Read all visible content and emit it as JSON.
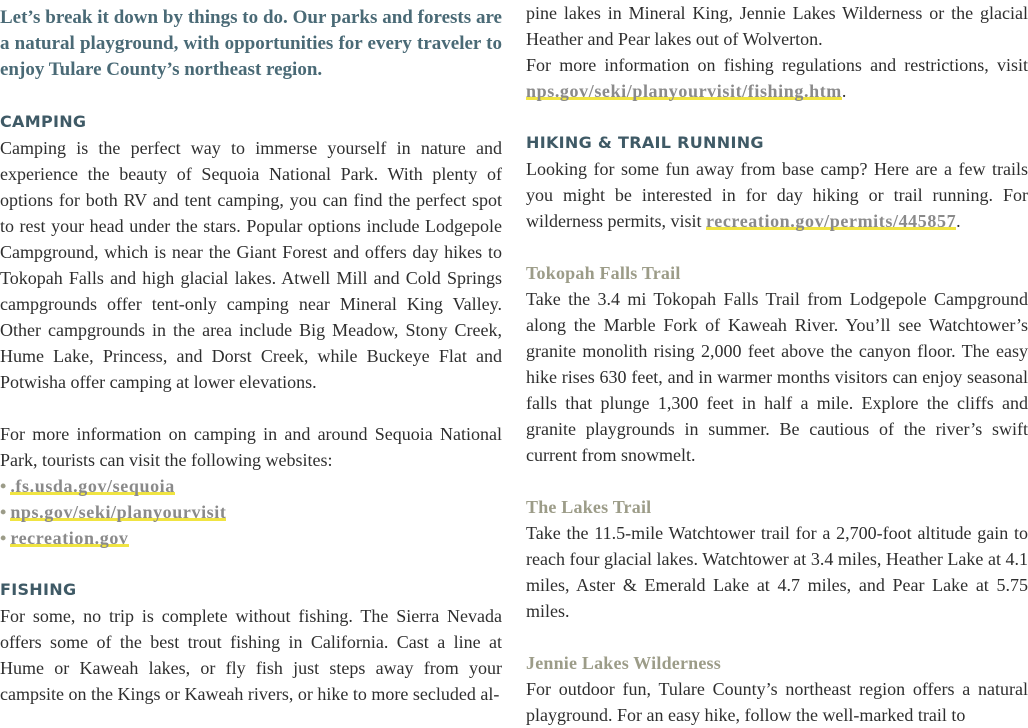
{
  "intro": "Let’s break it down by things to do. Our parks and forests are a natural playground, with opportunities for every traveler to enjoy Tulare County’s northeast region.",
  "camping": {
    "heading": "CAMPING",
    "body": "Camping is the perfect way to immerse yourself in nature and experience the beauty of Sequoia National Park. With plenty of options for both RV and tent camping, you can find the perfect spot to rest your head under the stars. Popular options include Lodgepole Campground, which is near the Giant Forest and offers day hikes to Tokopah Falls and high glacial lakes. Atwell Mill and Cold Springs campgrounds offer tent-only camping near Mineral King Valley. Other campgrounds in the area include Big Meadow, Stony Creek, Hume Lake, Princess, and Dorst Creek, while Buckeye Flat and Potwisha offer camping at lower elevations.",
    "more_info": "For more information on camping in and around Sequoia National Park, tourists can visit the following websites:",
    "links": [
      {
        "bullet": "•",
        "prefix": ".",
        "text": "fs.usda.gov/sequoia"
      },
      {
        "bullet": "•",
        "prefix": "",
        "text": "nps.gov/seki/planyourvisit"
      },
      {
        "bullet": "•",
        "prefix": "",
        "text": "recreation.gov"
      }
    ]
  },
  "fishing": {
    "heading": "FISHING",
    "body_left": "For some, no trip is complete without fishing. The Sierra Nevada offers some of the best trout fishing in California. Cast a line at Hume or Kaweah lakes, or fly fish just steps away from your campsite on the Kings or Kaweah rivers, or hike to more secluded al-",
    "body_right": "pine lakes in Mineral King, Jennie Lakes Wilderness or the glacial Heather and Pear lakes out of Wolverton.",
    "more_info_prefix": "For more information on fishing regulations and restrictions, visit ",
    "link": "nps.gov/seki/planyourvisit/fishing.htm",
    "more_info_suffix": "."
  },
  "hiking": {
    "heading": "HIKING & TRAIL RUNNING",
    "body_prefix": "Looking for some fun away from base camp? Here are a few trails you might be interested in for day hiking or trail running. For wilderness permits, visit ",
    "link": "recreation.gov/permits/445857",
    "body_suffix": ".",
    "trails": [
      {
        "name": "Tokopah Falls Trail",
        "body": "Take the 3.4 mi Tokopah Falls Trail from Lodgepole Campground along the Marble Fork of Kaweah River. You’ll see Watchtower’s granite monolith rising 2,000 feet above the canyon floor. The easy hike rises 630 feet, and in warmer months visitors can enjoy seasonal falls that plunge 1,300 feet in half a mile. Explore the cliffs and granite playgrounds in summer. Be cautious of the river’s swift current from snowmelt."
      },
      {
        "name": "The Lakes Trail",
        "body": "Take the 11.5-mile Watchtower trail for a 2,700-foot altitude gain to reach four glacial lakes. Watchtower at 3.4 miles, Heather Lake at 4.1 miles, Aster & Emerald Lake at 4.7 miles, and Pear Lake at 5.75 miles."
      },
      {
        "name": "Jennie Lakes Wilderness",
        "body": "For outdoor fun, Tulare County’s northeast region offers a natural playground. For an easy hike, follow the well-marked trail to"
      }
    ]
  }
}
